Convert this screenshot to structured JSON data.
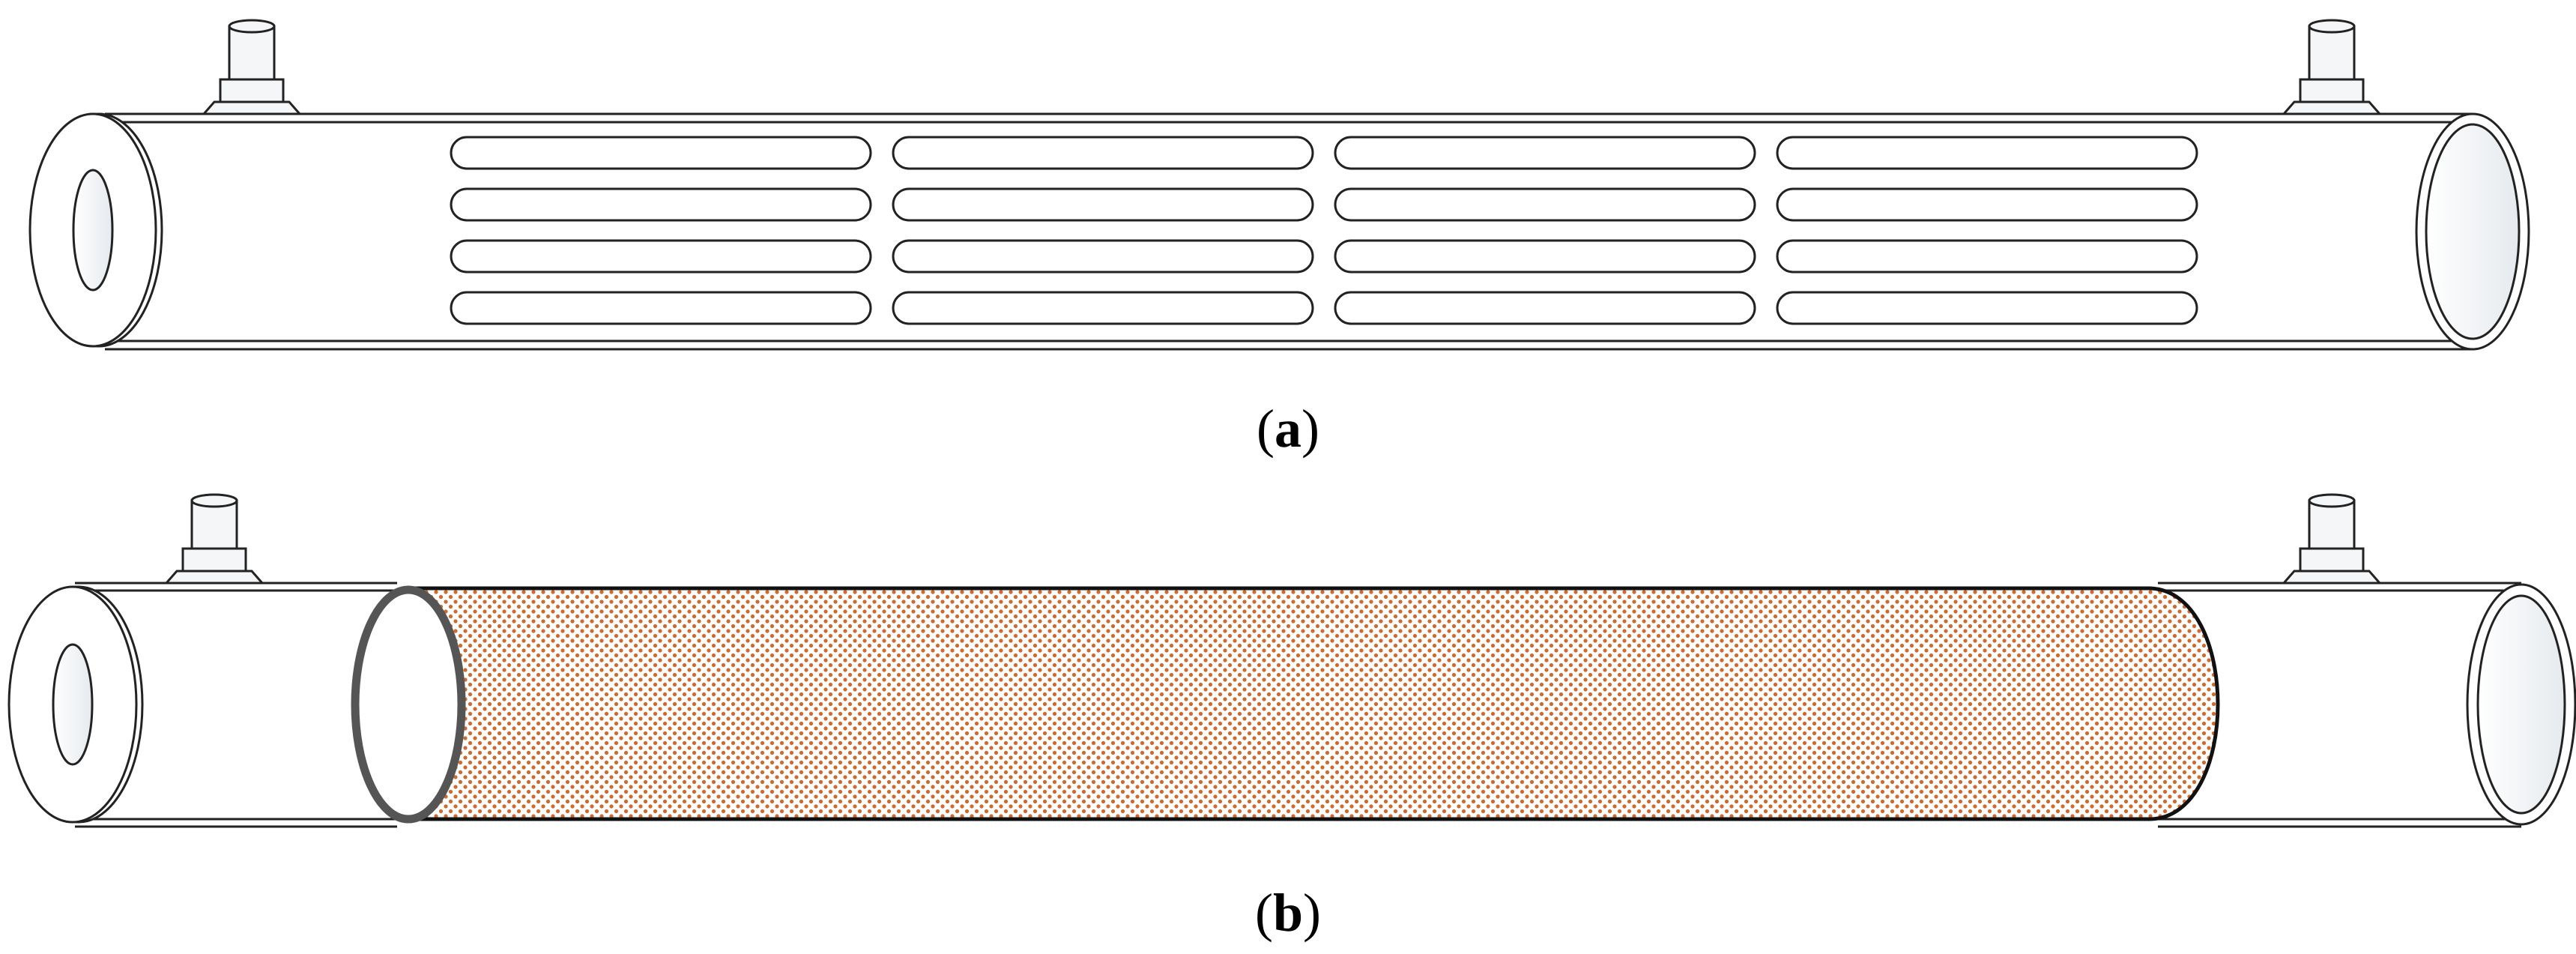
{
  "panels": [
    {
      "id": "a",
      "paren_open": "(",
      "label": "a",
      "paren_close": ")",
      "slot_grid": {
        "columns": 4,
        "rows": 4
      }
    },
    {
      "id": "b",
      "paren_open": "(",
      "label": "b",
      "paren_close": ")"
    }
  ],
  "colors": {
    "outline": "#222222",
    "inner_face": "#eef1f4",
    "nozzle_fill": "#f4f6f8",
    "mesh_dot": "#d2692a",
    "mesh_outline": "#111111",
    "background": "#ffffff"
  }
}
